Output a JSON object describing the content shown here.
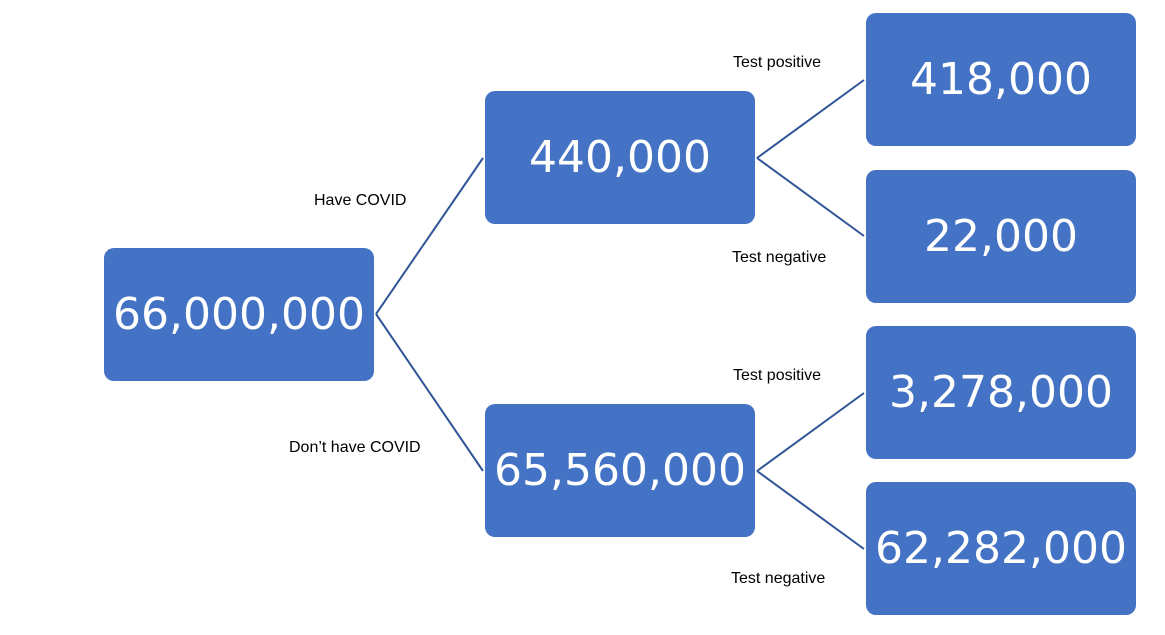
{
  "colors": {
    "node_fill": "#4472c4",
    "node_text": "#ffffff",
    "connector": "#2f5597",
    "label_text": "#000000"
  },
  "root": {
    "value": "66,000,000"
  },
  "branches": {
    "have_covid": {
      "label": "Have COVID",
      "value": "440,000",
      "outcomes": {
        "positive": {
          "label": "Test positive",
          "value": "418,000"
        },
        "negative": {
          "label": "Test negative",
          "value": "22,000"
        }
      }
    },
    "dont_have_covid": {
      "label": "Don’t have COVID",
      "value": "65,560,000",
      "outcomes": {
        "positive": {
          "label": "Test positive",
          "value": "3,278,000"
        },
        "negative": {
          "label": "Test negative",
          "value": "62,282,000"
        }
      }
    }
  }
}
